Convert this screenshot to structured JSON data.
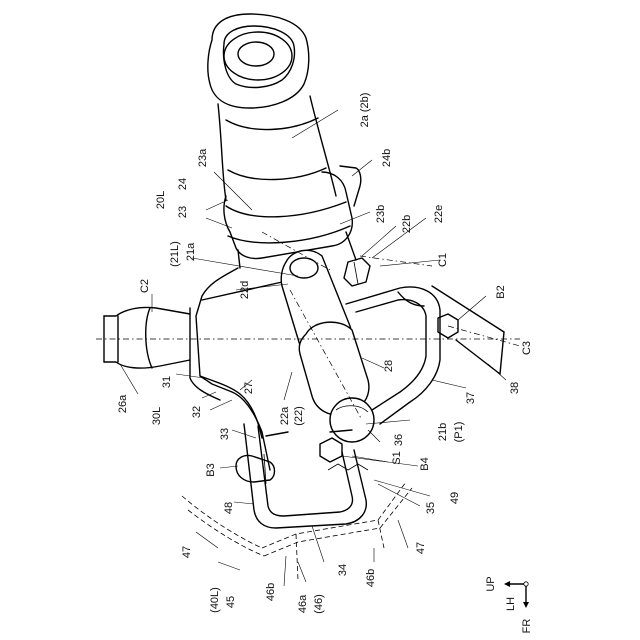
{
  "labels": {
    "l_2a": "2a (2b)",
    "l_24b": "24b",
    "l_23a": "23a",
    "l_24": "24",
    "l_20L": "20L",
    "l_23": "23",
    "l_23b": "23b",
    "l_22b": "22b",
    "l_22e": "22e",
    "l_21L": "(21L)",
    "l_21a": "21a",
    "l_C1": "C1",
    "l_C2": "C2",
    "l_22d": "22d",
    "l_B2": "B2",
    "l_C3": "C3",
    "l_26a": "26a",
    "l_31": "31",
    "l_27": "27",
    "l_28": "28",
    "l_38": "38",
    "l_37": "37",
    "l_30L": "30L",
    "l_32": "32",
    "l_22a": "22a",
    "l_22": "(22)",
    "l_21b": "21b",
    "l_P1": "(P1)",
    "l_33": "33",
    "l_36": "36",
    "l_B3": "B3",
    "l_S1": "S1",
    "l_B4": "B4",
    "l_48": "48",
    "l_35": "35",
    "l_49": "49",
    "l_47a": "47",
    "l_47b": "47",
    "l_34": "34",
    "l_46b_a": "46b",
    "l_46b_b": "46b",
    "l_40L": "(40L)",
    "l_45": "45",
    "l_46a": "46a",
    "l_46": "(46)"
  },
  "orientation": {
    "up": "UP",
    "lh": "LH",
    "fr": "FR"
  }
}
